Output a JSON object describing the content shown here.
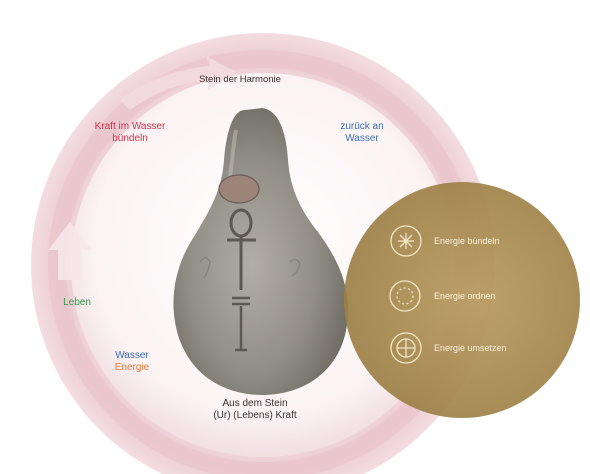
{
  "diagram": {
    "top_label": "Stein der Harmonie",
    "left_top_label_line1": "Kraft im Wasser",
    "left_top_label_line2": "bündeln",
    "right_top_label_line1": "zurück an",
    "right_top_label_line2": "Wasser",
    "left_mid_label": "Leben",
    "left_bottom_label_line1": "Wasser",
    "left_bottom_label_line2": "Energie",
    "bottom_label_line1": "Aus dem Stein",
    "bottom_label_line2": "(Ur) (Lebens) Kraft",
    "gold_items": [
      {
        "label": "Energie bündeln",
        "icon": "burst-icon"
      },
      {
        "label": "Energie ordnen",
        "icon": "dotted-ring-icon"
      },
      {
        "label": "Energie umsetzen",
        "icon": "cross-circle-icon"
      }
    ],
    "colors": {
      "ring_outer": "#f5e3e6",
      "ring_mid": "#ecc9cf",
      "ring_inner": "#f8eff0",
      "gold": "#a88a4e",
      "stone": "#8d8a82",
      "red_text": "#d0314a",
      "blue_text": "#3b6fb4",
      "green_text": "#3b9a4a",
      "orange_text": "#e07a3a",
      "dark_text": "#3a3230"
    }
  }
}
